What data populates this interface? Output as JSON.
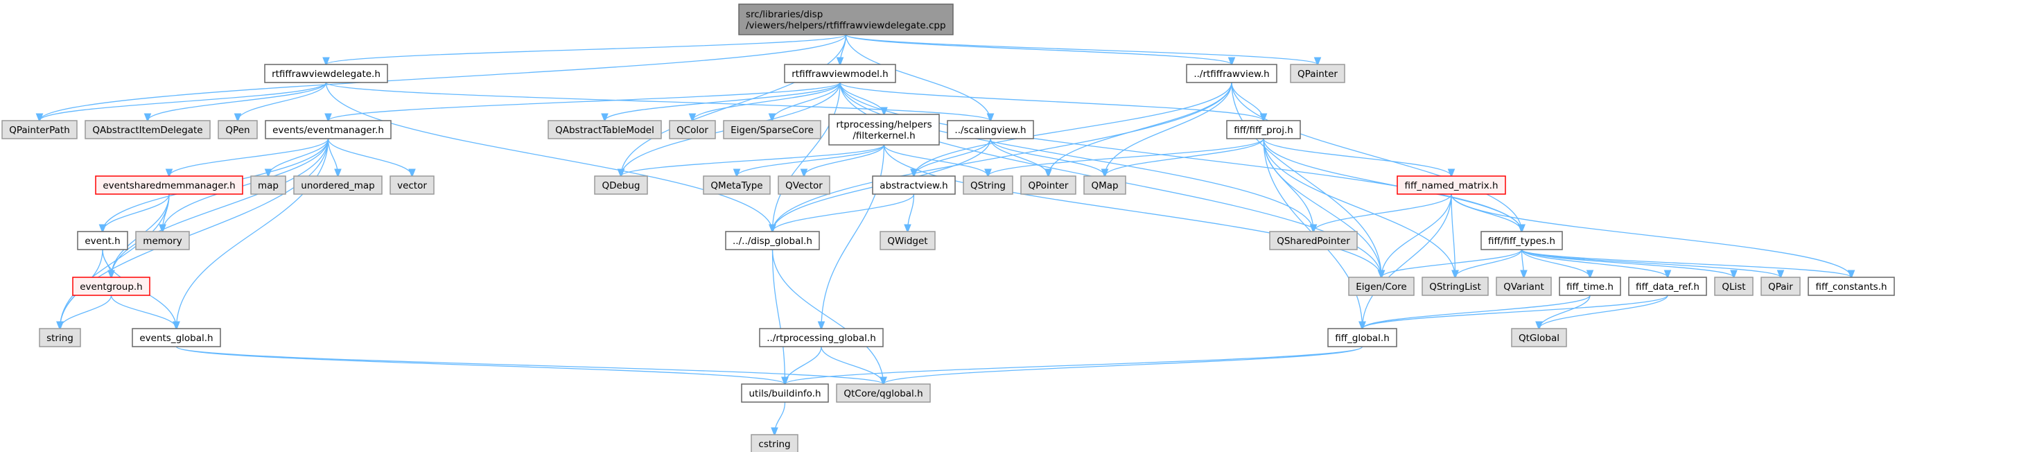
{
  "title": "Include dependency graph for rtfiffrawviewdelegate.cpp",
  "colors": {
    "edge": "#63b8ff",
    "root_fill": "#999999",
    "root_stroke": "#666666",
    "file_fill": "#ffffff",
    "file_stroke": "#666666",
    "system_fill": "#e0e0e0",
    "system_stroke": "#999999",
    "truncated_fill": "#fff0f0",
    "truncated_stroke": "#ff0000"
  },
  "nodes": [
    {
      "id": "root",
      "kind": "root",
      "lines": [
        "src/libraries/disp",
        "/viewers/helpers/rtfiffrawviewdelegate.cpp"
      ]
    },
    {
      "id": "delegate_h",
      "kind": "file",
      "lines": [
        "rtfiffrawviewdelegate.h"
      ]
    },
    {
      "id": "model_h",
      "kind": "file",
      "lines": [
        "rtfiffrawviewmodel.h"
      ]
    },
    {
      "id": "rawview_h",
      "kind": "file",
      "lines": [
        "../rtfiffrawview.h"
      ]
    },
    {
      "id": "QPainter",
      "kind": "system",
      "lines": [
        "QPainter"
      ]
    },
    {
      "id": "QPainterPath",
      "kind": "system",
      "lines": [
        "QPainterPath"
      ]
    },
    {
      "id": "QAbstractItemDelegate",
      "kind": "system",
      "lines": [
        "QAbstractItemDelegate"
      ]
    },
    {
      "id": "QPen",
      "kind": "system",
      "lines": [
        "QPen"
      ]
    },
    {
      "id": "eventmanager_h",
      "kind": "file",
      "lines": [
        "events/eventmanager.h"
      ]
    },
    {
      "id": "QAbstractTableModel",
      "kind": "system",
      "lines": [
        "QAbstractTableModel"
      ]
    },
    {
      "id": "QColor",
      "kind": "system",
      "lines": [
        "QColor"
      ]
    },
    {
      "id": "SparseCore",
      "kind": "system",
      "lines": [
        "Eigen/SparseCore"
      ]
    },
    {
      "id": "filterkernel_h",
      "kind": "file",
      "lines": [
        "rtprocessing/helpers",
        "/filterkernel.h"
      ]
    },
    {
      "id": "scalingview_h",
      "kind": "file",
      "lines": [
        "../scalingview.h"
      ]
    },
    {
      "id": "fiff_proj_h",
      "kind": "file",
      "lines": [
        "fiff/fiff_proj.h"
      ]
    },
    {
      "id": "eventsharedmem_h",
      "kind": "truncated",
      "lines": [
        "eventsharedmemmanager.h"
      ]
    },
    {
      "id": "map",
      "kind": "system",
      "lines": [
        "map"
      ]
    },
    {
      "id": "unordered_map",
      "kind": "system",
      "lines": [
        "unordered_map"
      ]
    },
    {
      "id": "vector",
      "kind": "system",
      "lines": [
        "vector"
      ]
    },
    {
      "id": "QDebug",
      "kind": "system",
      "lines": [
        "QDebug"
      ]
    },
    {
      "id": "QMetaType",
      "kind": "system",
      "lines": [
        "QMetaType"
      ]
    },
    {
      "id": "QVector",
      "kind": "system",
      "lines": [
        "QVector"
      ]
    },
    {
      "id": "abstractview_h",
      "kind": "file",
      "lines": [
        "abstractview.h"
      ]
    },
    {
      "id": "QString",
      "kind": "system",
      "lines": [
        "QString"
      ]
    },
    {
      "id": "QPointer",
      "kind": "system",
      "lines": [
        "QPointer"
      ]
    },
    {
      "id": "QMap",
      "kind": "system",
      "lines": [
        "QMap"
      ]
    },
    {
      "id": "fiff_named_matrix_h",
      "kind": "truncated",
      "lines": [
        "fiff_named_matrix.h"
      ]
    },
    {
      "id": "event_h",
      "kind": "file",
      "lines": [
        "event.h"
      ]
    },
    {
      "id": "memory",
      "kind": "system",
      "lines": [
        "memory"
      ]
    },
    {
      "id": "disp_global_h",
      "kind": "file",
      "lines": [
        "../../disp_global.h"
      ]
    },
    {
      "id": "QWidget",
      "kind": "system",
      "lines": [
        "QWidget"
      ]
    },
    {
      "id": "QSharedPointer",
      "kind": "system",
      "lines": [
        "QSharedPointer"
      ]
    },
    {
      "id": "fiff_types_h",
      "kind": "file",
      "lines": [
        "fiff/fiff_types.h"
      ]
    },
    {
      "id": "eventgroup_h",
      "kind": "truncated",
      "lines": [
        "eventgroup.h"
      ]
    },
    {
      "id": "string",
      "kind": "system",
      "lines": [
        "string"
      ]
    },
    {
      "id": "events_global_h",
      "kind": "file",
      "lines": [
        "events_global.h"
      ]
    },
    {
      "id": "EigenCore",
      "kind": "system",
      "lines": [
        "Eigen/Core"
      ]
    },
    {
      "id": "QStringList",
      "kind": "system",
      "lines": [
        "QStringList"
      ]
    },
    {
      "id": "QVariant",
      "kind": "system",
      "lines": [
        "QVariant"
      ]
    },
    {
      "id": "fiff_time_h",
      "kind": "file",
      "lines": [
        "fiff_time.h"
      ]
    },
    {
      "id": "fiff_data_ref_h",
      "kind": "file",
      "lines": [
        "fiff_data_ref.h"
      ]
    },
    {
      "id": "QList",
      "kind": "system",
      "lines": [
        "QList"
      ]
    },
    {
      "id": "QPair",
      "kind": "system",
      "lines": [
        "QPair"
      ]
    },
    {
      "id": "fiff_constants_h",
      "kind": "file",
      "lines": [
        "fiff_constants.h"
      ]
    },
    {
      "id": "rtproc_global_h",
      "kind": "file",
      "lines": [
        "../rtprocessing_global.h"
      ]
    },
    {
      "id": "fiff_global_h",
      "kind": "file",
      "lines": [
        "fiff_global.h"
      ]
    },
    {
      "id": "QtGlobal",
      "kind": "system",
      "lines": [
        "QtGlobal"
      ]
    },
    {
      "id": "buildinfo_h",
      "kind": "file",
      "lines": [
        "utils/buildinfo.h"
      ]
    },
    {
      "id": "qglobal_h",
      "kind": "system",
      "lines": [
        "QtCore/qglobal.h"
      ]
    },
    {
      "id": "cstring",
      "kind": "system",
      "lines": [
        "cstring"
      ]
    }
  ],
  "edges": [
    [
      "root",
      "delegate_h"
    ],
    [
      "root",
      "model_h"
    ],
    [
      "root",
      "rawview_h"
    ],
    [
      "root",
      "QPainter"
    ],
    [
      "root",
      "QPainterPath"
    ],
    [
      "root",
      "scalingview_h"
    ],
    [
      "root",
      "QDebug"
    ],
    [
      "delegate_h",
      "QPainterPath"
    ],
    [
      "delegate_h",
      "QAbstractItemDelegate"
    ],
    [
      "delegate_h",
      "QPen"
    ],
    [
      "delegate_h",
      "scalingview_h"
    ],
    [
      "delegate_h",
      "disp_global_h"
    ],
    [
      "model_h",
      "eventmanager_h"
    ],
    [
      "model_h",
      "QAbstractTableModel"
    ],
    [
      "model_h",
      "QColor"
    ],
    [
      "model_h",
      "SparseCore"
    ],
    [
      "model_h",
      "filterkernel_h"
    ],
    [
      "model_h",
      "fiff_proj_h"
    ],
    [
      "model_h",
      "disp_global_h"
    ],
    [
      "model_h",
      "QDebug"
    ],
    [
      "model_h",
      "QSharedPointer"
    ],
    [
      "model_h",
      "EigenCore"
    ],
    [
      "model_h",
      "fiff_types_h"
    ],
    [
      "rawview_h",
      "fiff_proj_h"
    ],
    [
      "rawview_h",
      "abstractview_h"
    ],
    [
      "rawview_h",
      "QPointer"
    ],
    [
      "rawview_h",
      "QMap"
    ],
    [
      "rawview_h",
      "disp_global_h"
    ],
    [
      "rawview_h",
      "EigenCore"
    ],
    [
      "rawview_h",
      "fiff_types_h"
    ],
    [
      "eventmanager_h",
      "eventsharedmem_h"
    ],
    [
      "eventmanager_h",
      "map"
    ],
    [
      "eventmanager_h",
      "unordered_map"
    ],
    [
      "eventmanager_h",
      "vector"
    ],
    [
      "eventmanager_h",
      "memory"
    ],
    [
      "eventmanager_h",
      "event_h"
    ],
    [
      "eventmanager_h",
      "eventgroup_h"
    ],
    [
      "eventmanager_h",
      "string"
    ],
    [
      "eventmanager_h",
      "events_global_h"
    ],
    [
      "eventsharedmem_h",
      "event_h"
    ],
    [
      "eventsharedmem_h",
      "memory"
    ],
    [
      "eventsharedmem_h",
      "eventgroup_h"
    ],
    [
      "eventsharedmem_h",
      "string"
    ],
    [
      "event_h",
      "eventgroup_h"
    ],
    [
      "event_h",
      "string"
    ],
    [
      "event_h",
      "events_global_h"
    ],
    [
      "eventgroup_h",
      "string"
    ],
    [
      "eventgroup_h",
      "events_global_h"
    ],
    [
      "events_global_h",
      "buildinfo_h"
    ],
    [
      "events_global_h",
      "qglobal_h"
    ],
    [
      "filterkernel_h",
      "QMetaType"
    ],
    [
      "filterkernel_h",
      "QVector"
    ],
    [
      "filterkernel_h",
      "QDebug"
    ],
    [
      "filterkernel_h",
      "QString"
    ],
    [
      "filterkernel_h",
      "rtproc_global_h"
    ],
    [
      "filterkernel_h",
      "EigenCore"
    ],
    [
      "scalingview_h",
      "abstractview_h"
    ],
    [
      "scalingview_h",
      "disp_global_h"
    ],
    [
      "scalingview_h",
      "QPointer"
    ],
    [
      "scalingview_h",
      "QMap"
    ],
    [
      "abstractview_h",
      "disp_global_h"
    ],
    [
      "abstractview_h",
      "QWidget"
    ],
    [
      "disp_global_h",
      "buildinfo_h"
    ],
    [
      "disp_global_h",
      "qglobal_h"
    ],
    [
      "rtproc_global_h",
      "buildinfo_h"
    ],
    [
      "rtproc_global_h",
      "qglobal_h"
    ],
    [
      "buildinfo_h",
      "cstring"
    ],
    [
      "fiff_proj_h",
      "fiff_named_matrix_h"
    ],
    [
      "fiff_proj_h",
      "QString"
    ],
    [
      "fiff_proj_h",
      "QMap"
    ],
    [
      "fiff_proj_h",
      "QSharedPointer"
    ],
    [
      "fiff_proj_h",
      "EigenCore"
    ],
    [
      "fiff_proj_h",
      "fiff_types_h"
    ],
    [
      "fiff_proj_h",
      "fiff_global_h"
    ],
    [
      "fiff_proj_h",
      "QStringList"
    ],
    [
      "fiff_named_matrix_h",
      "QSharedPointer"
    ],
    [
      "fiff_named_matrix_h",
      "fiff_types_h"
    ],
    [
      "fiff_named_matrix_h",
      "EigenCore"
    ],
    [
      "fiff_named_matrix_h",
      "QStringList"
    ],
    [
      "fiff_named_matrix_h",
      "fiff_global_h"
    ],
    [
      "fiff_named_matrix_h",
      "fiff_constants_h"
    ],
    [
      "fiff_types_h",
      "EigenCore"
    ],
    [
      "fiff_types_h",
      "QStringList"
    ],
    [
      "fiff_types_h",
      "QVariant"
    ],
    [
      "fiff_types_h",
      "fiff_time_h"
    ],
    [
      "fiff_types_h",
      "fiff_data_ref_h"
    ],
    [
      "fiff_types_h",
      "QList"
    ],
    [
      "fiff_types_h",
      "QPair"
    ],
    [
      "fiff_types_h",
      "fiff_constants_h"
    ],
    [
      "fiff_time_h",
      "fiff_global_h"
    ],
    [
      "fiff_time_h",
      "QtGlobal"
    ],
    [
      "fiff_data_ref_h",
      "fiff_global_h"
    ],
    [
      "fiff_data_ref_h",
      "QtGlobal"
    ],
    [
      "fiff_global_h",
      "buildinfo_h"
    ],
    [
      "fiff_global_h",
      "qglobal_h"
    ]
  ]
}
